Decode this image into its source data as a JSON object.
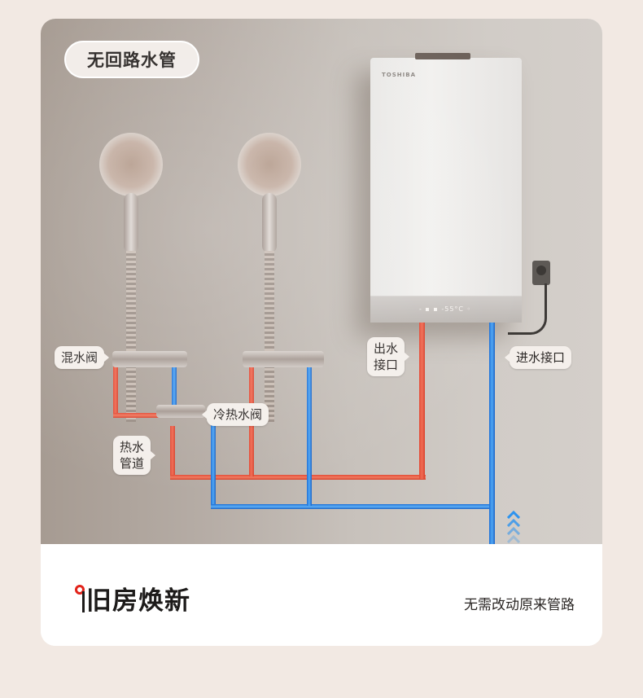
{
  "badge": {
    "label": "无回路水管"
  },
  "heater": {
    "brand": "TOSHIBA",
    "display": "- ▪ ▪  -55°C   ◦"
  },
  "callouts": {
    "mixing_valve": "混水阀",
    "outlet_port": [
      "出水",
      "接口"
    ],
    "inlet_port": "进水接口",
    "hot_cold_valve": "冷热水阀",
    "hot_water_pipe": [
      "热水",
      "管道"
    ]
  },
  "icons": {
    "flow_arrows": "chevron-up-stack",
    "title_mark": "red-ring-marker"
  },
  "colors": {
    "hot_pipe": "#e8533c",
    "cold_pipe": "#2d86e6",
    "accent_red": "#e2231a",
    "page_bg": "#f2e9e3",
    "label_bg": "#f4efeb"
  },
  "footer": {
    "title": "旧房焕新",
    "subtitle": "无需改动原来管路"
  }
}
